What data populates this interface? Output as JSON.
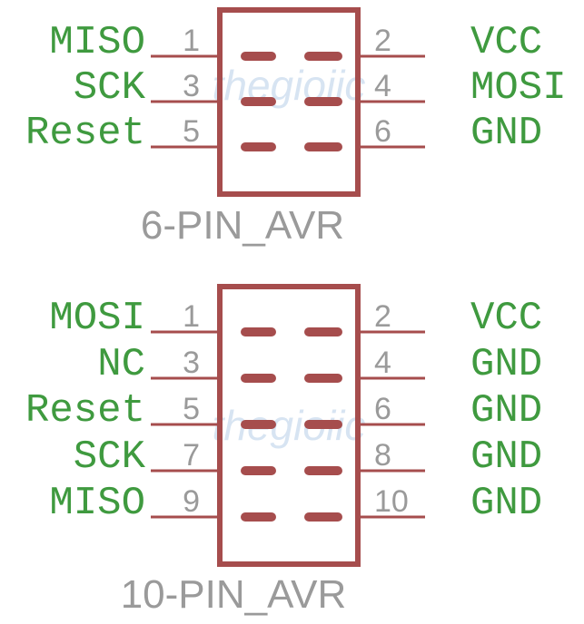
{
  "colors": {
    "label": "#3f9a3f",
    "number": "#9a9a9a",
    "title": "#9a9a9a",
    "body": "#a64d4d",
    "wire": "#a64d4d",
    "watermark": "#d7e4f2"
  },
  "watermark": "thegioiic",
  "connectors": [
    {
      "title": "6-PIN_AVR",
      "pins": [
        {
          "left_label": "MISO",
          "left_num": "1",
          "right_num": "2",
          "right_label": "VCC"
        },
        {
          "left_label": "SCK",
          "left_num": "3",
          "right_num": "4",
          "right_label": "MOSI"
        },
        {
          "left_label": "Reset",
          "left_num": "5",
          "right_num": "6",
          "right_label": "GND"
        }
      ]
    },
    {
      "title": "10-PIN_AVR",
      "pins": [
        {
          "left_label": "MOSI",
          "left_num": "1",
          "right_num": "2",
          "right_label": "VCC"
        },
        {
          "left_label": "NC",
          "left_num": "3",
          "right_num": "4",
          "right_label": "GND"
        },
        {
          "left_label": "Reset",
          "left_num": "5",
          "right_num": "6",
          "right_label": "GND"
        },
        {
          "left_label": "SCK",
          "left_num": "7",
          "right_num": "8",
          "right_label": "GND"
        },
        {
          "left_label": "MISO",
          "left_num": "9",
          "right_num": "10",
          "right_label": "GND"
        }
      ]
    }
  ]
}
